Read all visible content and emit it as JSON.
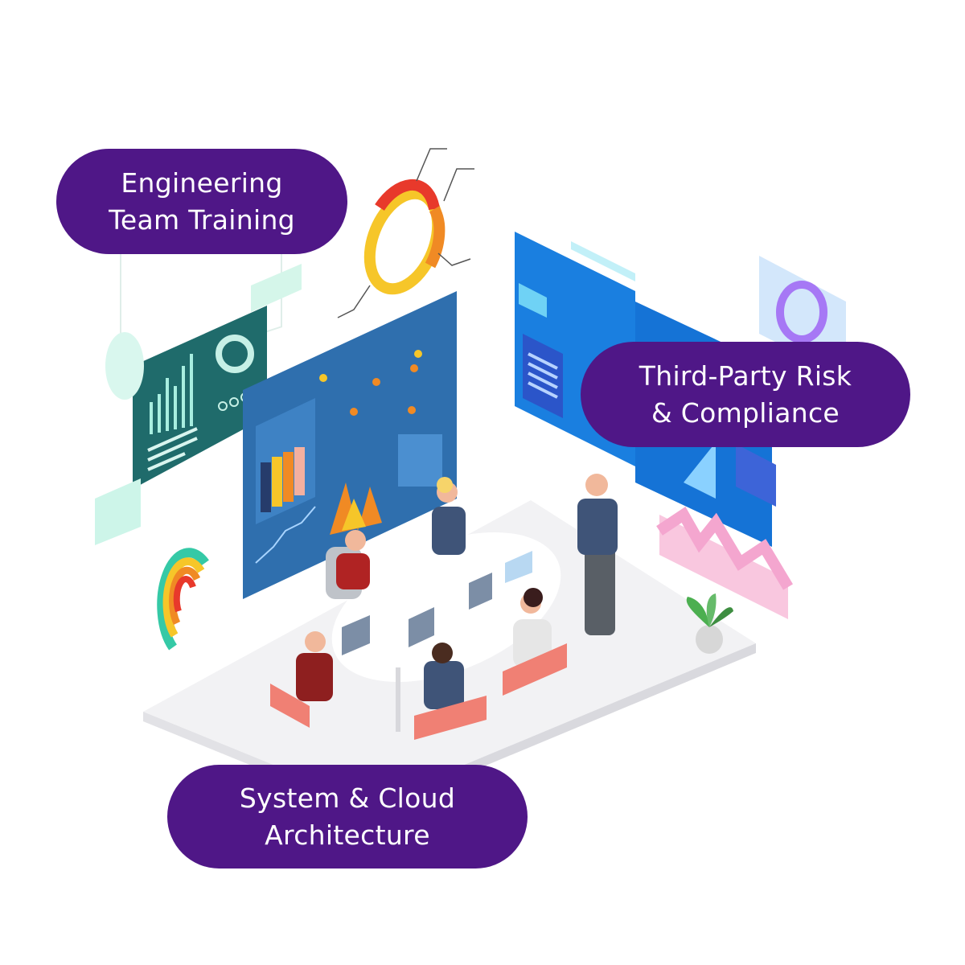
{
  "labels": {
    "engineering": [
      "Engineering",
      "Team Training"
    ],
    "third_party": [
      "Third-Party Risk",
      "& Compliance"
    ],
    "system_cloud": [
      "System & Cloud",
      "Architecture"
    ]
  },
  "colors": {
    "pill": "#4f1787",
    "pill_text": "#ffffff",
    "screen_blue": "#2f6fae",
    "screen_teal": "#1f6b6b",
    "screen_azure": "#1a7fe0",
    "floor": "#f2f2f4",
    "accent_orange": "#f08a24",
    "accent_red": "#e8392b",
    "accent_yellow": "#f6c629",
    "accent_pink": "#f4a6cf",
    "accent_purple": "#a678f5"
  },
  "icons": [
    "donut-chart-icon",
    "map-pin-icon",
    "bar-chart-icon",
    "laptop-icon",
    "plant-icon",
    "folder-icon",
    "window-icon"
  ]
}
